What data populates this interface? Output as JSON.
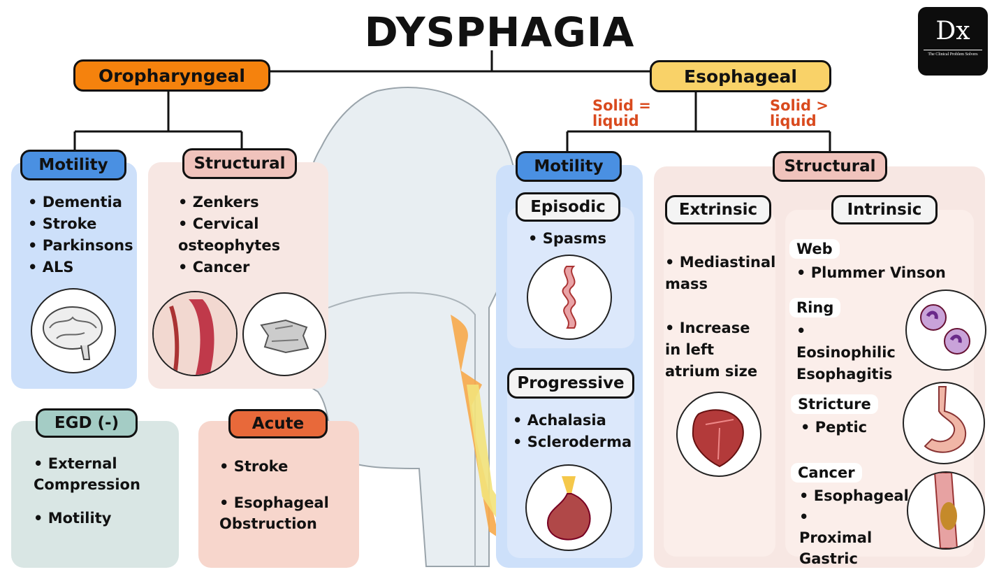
{
  "title": "DYSPHAGIA",
  "logo": {
    "mark": "Dx",
    "subtitle": "The Clinical Problem Solvers"
  },
  "oropharyngeal": {
    "label": "Oropharyngeal",
    "motility": {
      "label": "Motility",
      "items": [
        "Dementia",
        "Stroke",
        "Parkinsons",
        "ALS"
      ],
      "icon": "brain-icon"
    },
    "structural": {
      "label": "Structural",
      "items": [
        "Zenkers",
        "Cervical osteophytes",
        "Cancer"
      ],
      "icons": [
        "throat-anatomy-icon",
        "vertebra-icon"
      ]
    }
  },
  "egd": {
    "label": "EGD (-)",
    "items": [
      "External Compression",
      "Motility"
    ]
  },
  "acute": {
    "label": "Acute",
    "items": [
      "Stroke",
      "Esophageal Obstruction"
    ]
  },
  "esophageal": {
    "label": "Esophageal",
    "solid_eq": "Solid = liquid",
    "solid_gt": "Solid > liquid",
    "motility": {
      "label": "Motility",
      "episodic": {
        "label": "Episodic",
        "items": [
          "Spasms"
        ],
        "icon": "spasm-esophagus-icon"
      },
      "progressive": {
        "label": "Progressive",
        "items": [
          "Achalasia",
          "Scleroderma"
        ],
        "icon": "achalasia-icon"
      }
    },
    "structural": {
      "label": "Structural",
      "extrinsic": {
        "label": "Extrinsic",
        "items": [
          "Mediastinal mass",
          "Increase in left atrium size"
        ],
        "icon": "heart-icon"
      },
      "intrinsic": {
        "label": "Intrinsic",
        "web": {
          "label": "Web",
          "items": [
            "Plummer Vinson"
          ]
        },
        "ring": {
          "label": "Ring",
          "items": [
            "Eosinophilic Esophagitis"
          ],
          "icon": "eosinophil-icon"
        },
        "stricture": {
          "label": "Stricture",
          "items": [
            "Peptic"
          ],
          "icon": "stomach-icon"
        },
        "cancer": {
          "label": "Cancer",
          "items": [
            "Esophageal",
            "Proximal Gastric"
          ],
          "icon": "tumor-icon"
        }
      }
    }
  },
  "colors": {
    "oropharyngeal": "#f5820d",
    "esophageal": "#f9d268",
    "motility": "#4a90e2",
    "structural": "#f0c3bc",
    "egd": "#a4ccc5",
    "acute": "#e8693a",
    "solid_text": "#d94a1e"
  }
}
